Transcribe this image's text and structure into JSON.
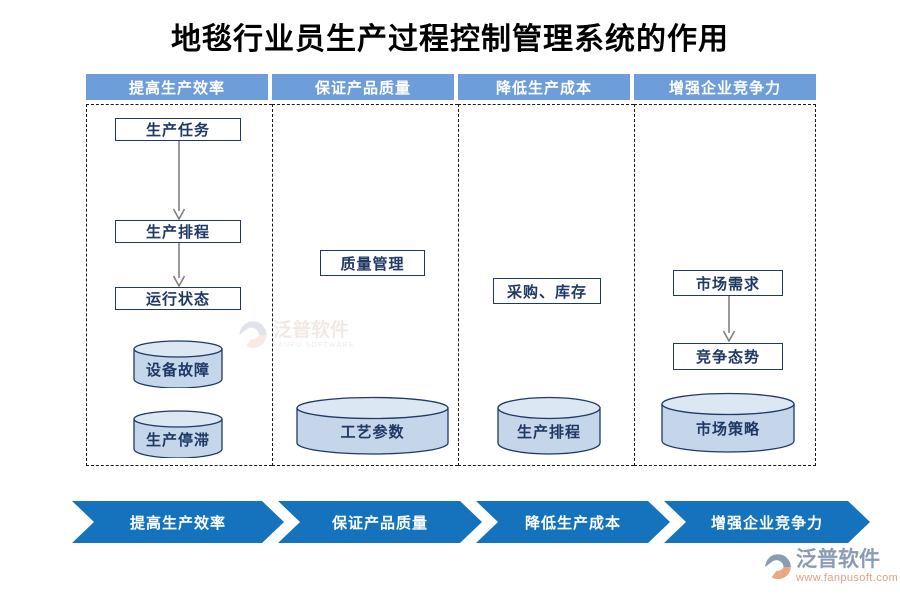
{
  "page": {
    "title": "地毯行业员生产过程控制管理系统的作用",
    "bg_color": "#ffffff"
  },
  "colors": {
    "header_bar": "#6e9ed9",
    "chevron": "#1573bd",
    "box_border": "#1f3864",
    "box_text": "#1f3864",
    "cylinder_fill": "#c5d5ea",
    "cylinder_top": "#dce7f4",
    "arrow": "#808080",
    "panel_border": "#1a1a1a"
  },
  "headers": [
    {
      "label": "提高生产效率"
    },
    {
      "label": "保证产品质量"
    },
    {
      "label": "降低生产成本"
    },
    {
      "label": "增强企业竞争力"
    }
  ],
  "columns": [
    {
      "name": "提高生产效率",
      "boxes": [
        {
          "label": "生产任务"
        },
        {
          "label": "生产排程"
        },
        {
          "label": "运行状态"
        }
      ],
      "cylinders": [
        {
          "label": "设备故障"
        },
        {
          "label": "生产停滞"
        }
      ],
      "arrows": 2
    },
    {
      "name": "保证产品质量",
      "boxes": [
        {
          "label": "质量管理"
        }
      ],
      "cylinders": [
        {
          "label": "工艺参数"
        }
      ],
      "arrows": 0
    },
    {
      "name": "降低生产成本",
      "boxes": [
        {
          "label": "采购、库存"
        }
      ],
      "cylinders": [
        {
          "label": "生产排程"
        }
      ],
      "arrows": 0
    },
    {
      "name": "增强企业竞争力",
      "boxes": [
        {
          "label": "市场需求"
        },
        {
          "label": "竞争态势"
        }
      ],
      "cylinders": [
        {
          "label": "市场策略"
        }
      ],
      "arrows": 1
    }
  ],
  "chevrons": [
    {
      "label": "提高生产效率"
    },
    {
      "label": "保证产品质量"
    },
    {
      "label": "降低生产成本"
    },
    {
      "label": "增强企业竞争力"
    }
  ],
  "watermark": {
    "cn": "泛普软件",
    "en": "FANPU SOFTWARE"
  },
  "logo": {
    "cn": "泛普软件",
    "url": "www.fanpusoft.com"
  }
}
